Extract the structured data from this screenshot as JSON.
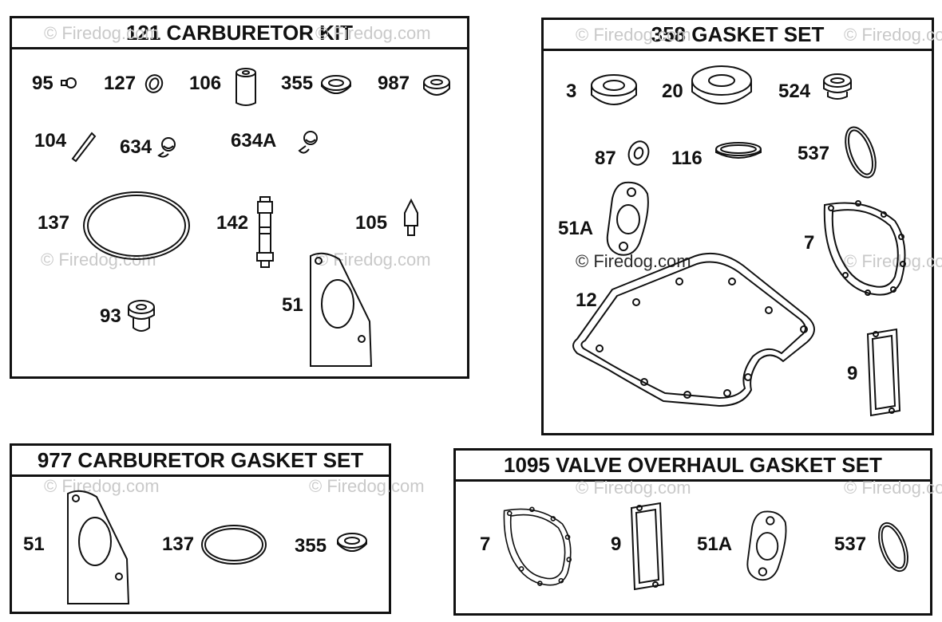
{
  "watermark": "© Firedog.com",
  "panels": {
    "carb_kit": {
      "title": "121 CARBURETOR KIT",
      "labels": [
        "95",
        "127",
        "106",
        "355",
        "987",
        "104",
        "634",
        "634A",
        "137",
        "142",
        "105",
        "51",
        "93"
      ]
    },
    "gasket_set": {
      "title": "358 GASKET SET",
      "labels": [
        "3",
        "20",
        "524",
        "87",
        "116",
        "537",
        "51A",
        "7",
        "12",
        "9"
      ]
    },
    "carb_gasket_set": {
      "title": "977 CARBURETOR GASKET SET",
      "labels": [
        "51",
        "137",
        "355"
      ]
    },
    "valve_gasket_set": {
      "title": "1095 VALVE OVERHAUL GASKET SET",
      "labels": [
        "7",
        "9",
        "51A",
        "537"
      ]
    }
  }
}
